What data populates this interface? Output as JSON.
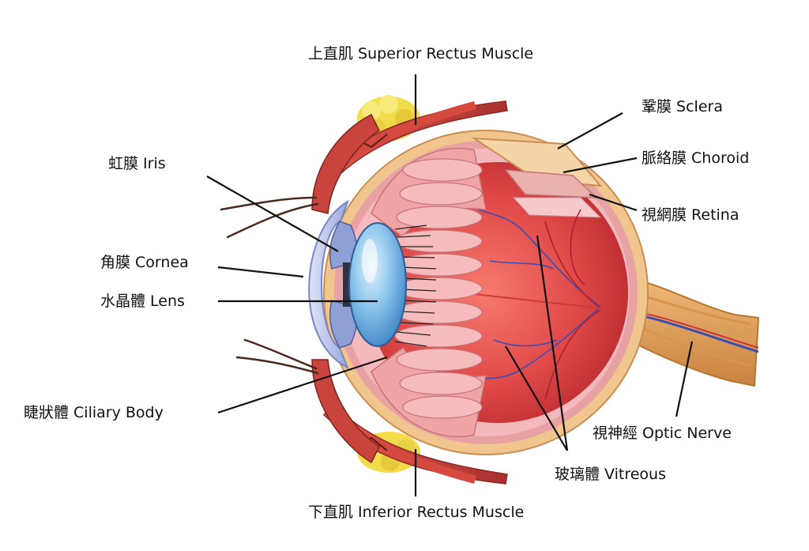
{
  "labels": {
    "superior_rectus": "上直肌 Superior Rectus Muscle",
    "sclera": "鞏膜 Sclera",
    "choroid": "脈絡膜 Choroid",
    "iris": "虹膜 Iris",
    "retina": "視網膜 Retina",
    "cornea": "角膜 Cornea",
    "lens": "水晶體 Lens",
    "ciliary_body": "睫狀體 Ciliary Body",
    "optic_nerve": "視神經 Optic Nerve",
    "vitreous": "玻璃體 Vitreous",
    "inferior_rectus": "下直肌 Inferior Rectus Muscle"
  },
  "colors": {
    "sclera": "#f1c58e",
    "choroid": "#e9a2a3",
    "retina": "#f3b9bd",
    "vitreous": "#e04848",
    "muscle": "#c8443d",
    "fat": "#f2dc4a",
    "lens": "#7ab9e6",
    "nerve": "#e3a35e",
    "cornea": "#c9d2ef"
  }
}
